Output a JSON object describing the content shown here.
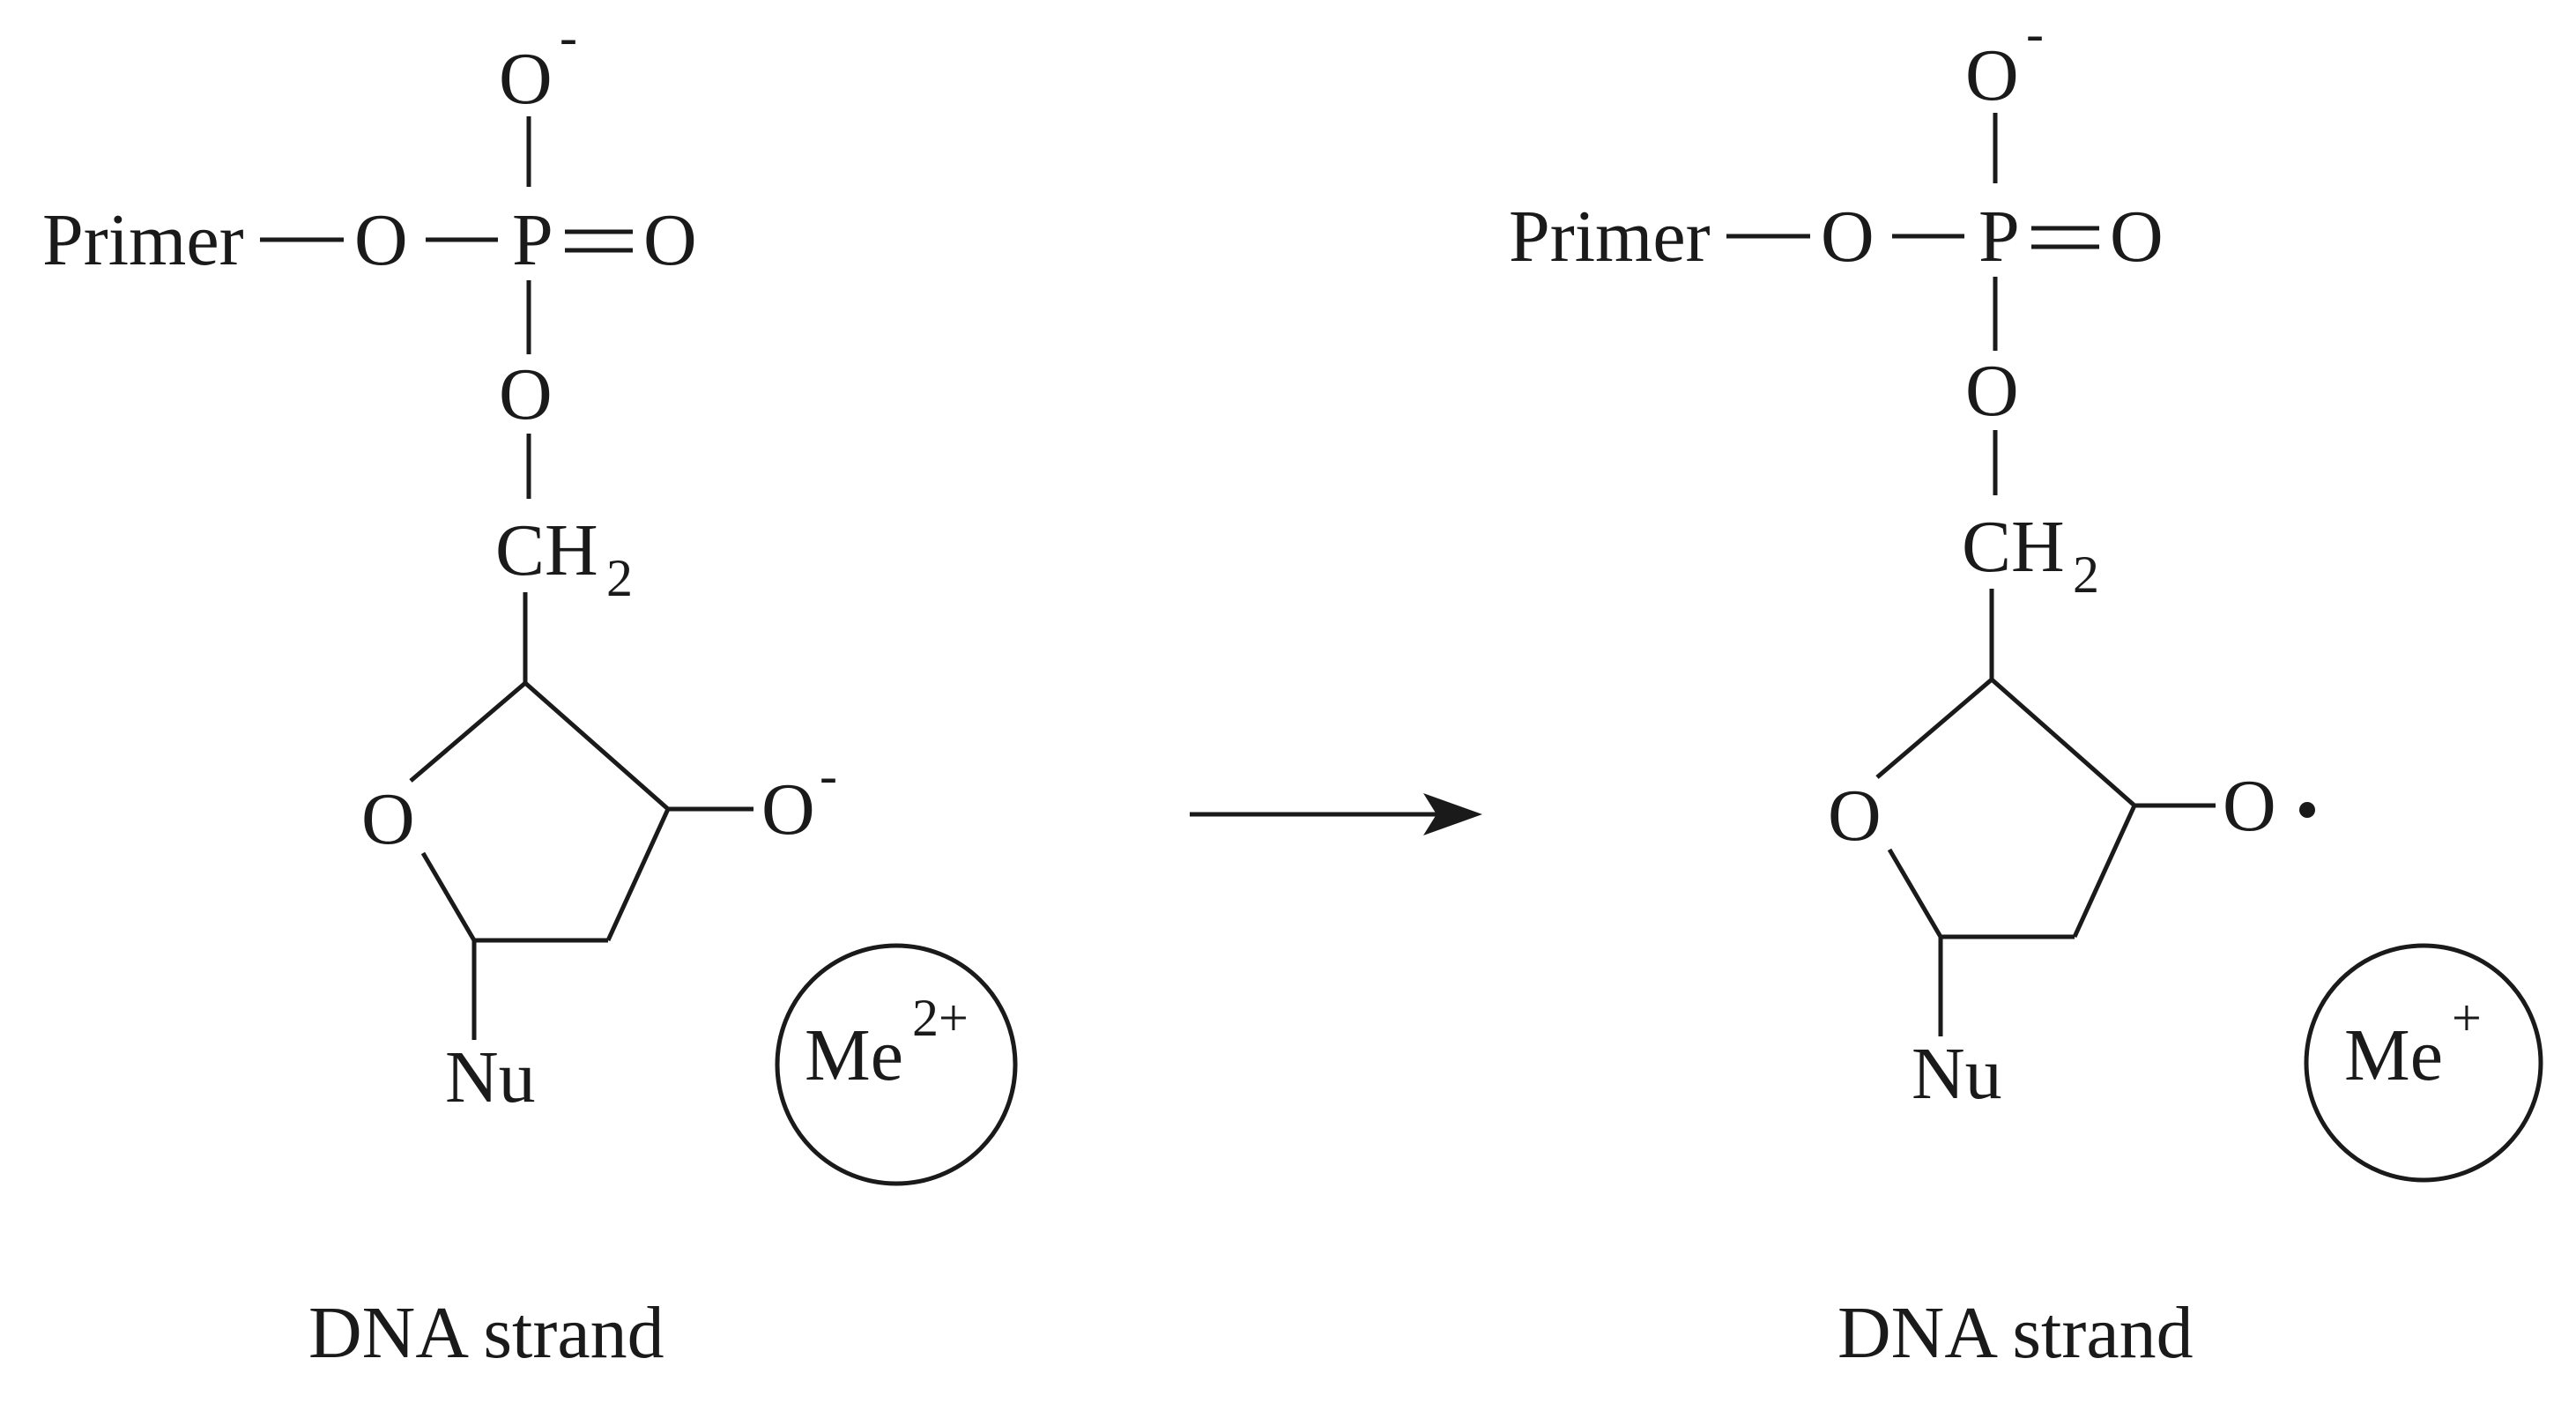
{
  "reactant": {
    "primer": "Primer",
    "bridge_oxygen": "O",
    "phosphorus": "P",
    "double_bond_oxygen": "O",
    "top_oxygen": "O",
    "top_oxygen_charge": "-",
    "ester_oxygen": "O",
    "methylene_c": "CH",
    "methylene_sub": "2",
    "ring_oxygen": "O",
    "hydroxyl_oxygen": "O",
    "hydroxyl_charge": "-",
    "base": "Nu",
    "metal": "Me",
    "metal_charge": "2+",
    "caption": "DNA strand"
  },
  "product": {
    "primer": "Primer",
    "bridge_oxygen": "O",
    "phosphorus": "P",
    "double_bond_oxygen": "O",
    "top_oxygen": "O",
    "top_oxygen_charge": "-",
    "ester_oxygen": "O",
    "methylene_c": "CH",
    "methylene_sub": "2",
    "ring_oxygen": "O",
    "radical_oxygen": "O",
    "radical_dot": "•",
    "base": "Nu",
    "metal": "Me",
    "metal_charge": "+",
    "caption": "DNA strand"
  }
}
